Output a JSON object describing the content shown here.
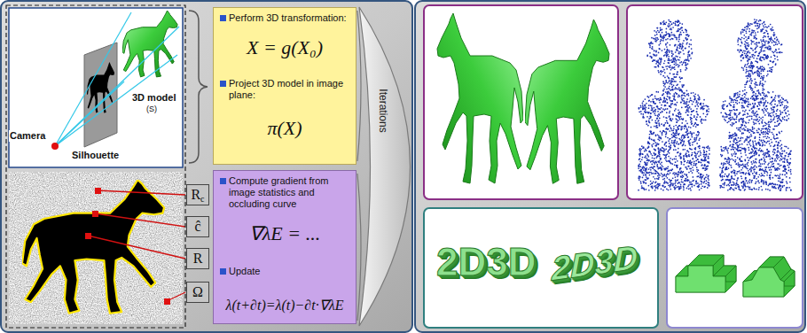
{
  "diagram": {
    "nodes": [
      {
        "text": [
          "Perform 3D transformation:",
          "X = g(X₀)",
          "Project 3D model in image plane:",
          "π(X)"
        ]
      },
      {
        "text": [
          "R",
          "c"
        ]
      },
      {
        "text": [
          "ĉ"
        ]
      },
      {
        "text": [
          "R"
        ]
      },
      {
        "text": [
          "Ω"
        ]
      },
      {
        "text": [
          "Compute gradient from image statistics and occluding curve",
          "∇λE = ...",
          "Update",
          "λ(t+∂t)=λ(t)−∂t·∇λE"
        ]
      }
    ],
    "labels": [
      "Camera",
      "Silhouette",
      "3D model",
      "(S)",
      "Iterations",
      "2D3D",
      "2D3D"
    ]
  }
}
